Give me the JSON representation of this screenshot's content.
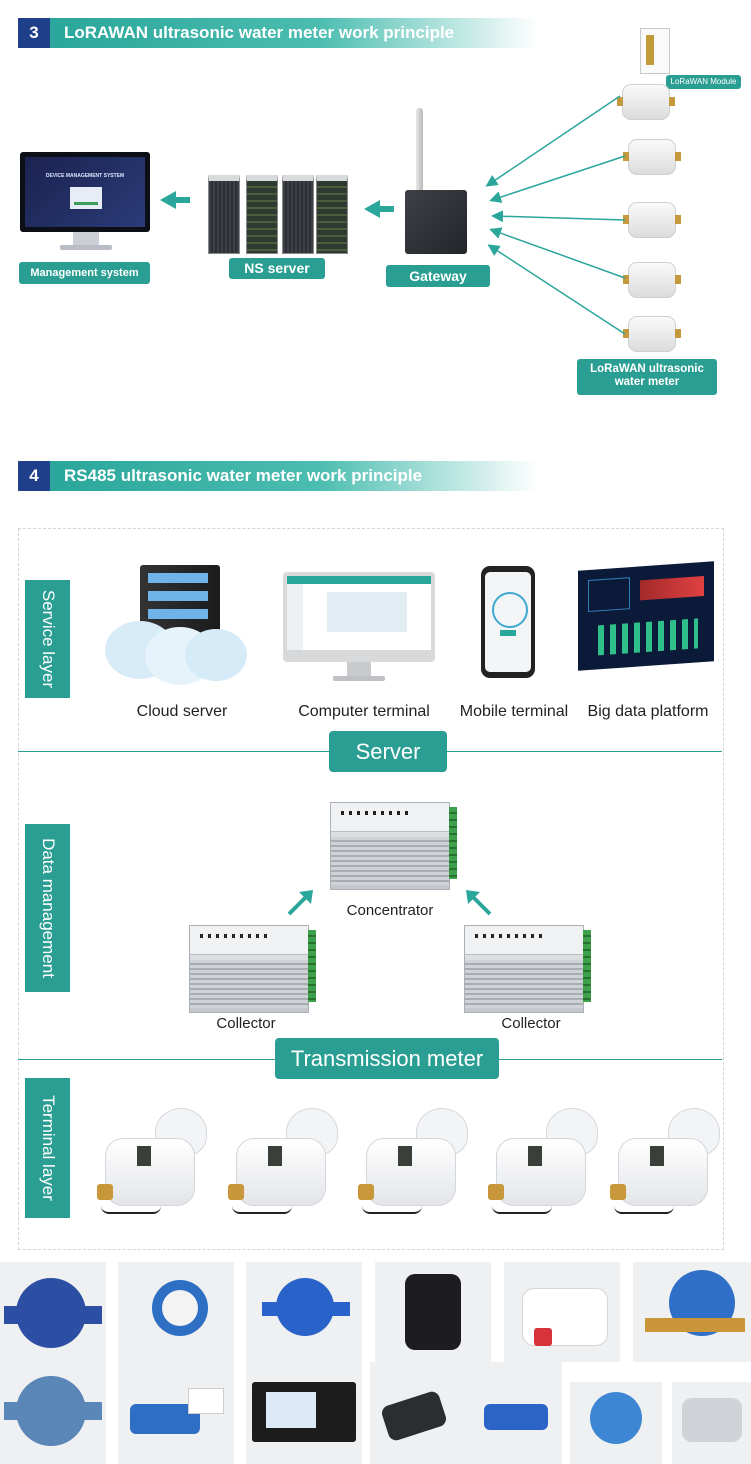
{
  "section3": {
    "number": "3",
    "title": "LoRAWAN ultrasonic water meter work principle"
  },
  "lorawan": {
    "monitor_title": "DEVICE MANAGEMENT SYSTEM",
    "management_label": "Management system",
    "ns_label": "NS server",
    "gateway_label": "Gateway",
    "module_label": "LoRaWAN Module",
    "meter_label_line1": "LoRaWAN ultrasonic",
    "meter_label_line2": "water meter"
  },
  "section4": {
    "number": "4",
    "title": "RS485 ultrasonic water meter work principle"
  },
  "rs485": {
    "service_layer": "Service layer",
    "data_management": "Data management",
    "terminal_layer": "Terminal layer",
    "server_pill": "Server",
    "transmission_pill": "Transmission meter",
    "terminals": [
      "Cloud server",
      "Computer terminal",
      "Mobile terminal",
      "Big data platform"
    ],
    "concentrator": "Concentrator",
    "collector_left": "Collector",
    "collector_right": "Collector"
  },
  "colors": {
    "teal": "#2a9e92",
    "navy": "#1f3f8a"
  },
  "gallery_count": 13
}
